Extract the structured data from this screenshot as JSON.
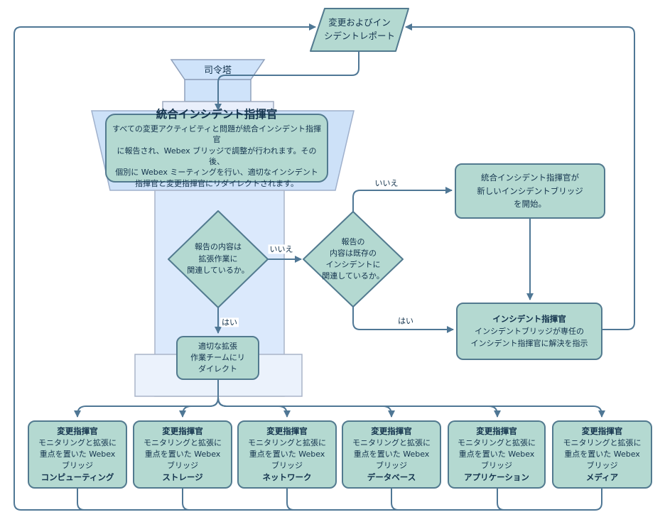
{
  "report": {
    "label": "変更およびイン\nシデントレポート"
  },
  "tower": {
    "label": "司令塔"
  },
  "unified": {
    "title": "統合インシデント指揮官",
    "body": "すべての変更アクティビティと問題が統合インシデント指揮官\nに報告され、Webex ブリッジで調整が行われます。その後、\n個別に Webex ミーティングを行い、適切なインシデント\n指揮官と変更指揮官にリダイレクトされます。"
  },
  "decision1": {
    "text": "報告の内容は\n拡張作業に\n関連しているか。",
    "no_label": "いいえ",
    "yes_label": "はい"
  },
  "decision2": {
    "text": "報告の\n内容は既存の\nインシデントに\n関連しているか。",
    "no_label": "いいえ",
    "yes_label": "はい"
  },
  "new_bridge": {
    "text": "統合インシデント指揮官が\n新しいインシデントブリッジ\nを開始。"
  },
  "incident_commander": {
    "title": "インシデント指揮官",
    "body": "インシデントブリッジが専任の\nインシデント指揮官に解決を指示"
  },
  "redirect": {
    "text": "適切な拡張\n作業チームにリ\nダイレクト"
  },
  "teams": {
    "title": "変更指揮官",
    "body": "モニタリングと拡張に\n重点を置いた Webex\nブリッジ",
    "categories": [
      "コンピューティング",
      "ストレージ",
      "ネットワーク",
      "データベース",
      "アプリケーション",
      "メディア"
    ]
  },
  "colors": {
    "node_fill": "#b4d9d1",
    "node_border": "#527a8f",
    "connector": "#4f7795",
    "text": "#13334d",
    "tower_light": "#cfe3fa",
    "tower_trapezoid": "#cde1f8",
    "tower_column": "#dbe9fc",
    "tower_base": "#ebf2fc"
  }
}
